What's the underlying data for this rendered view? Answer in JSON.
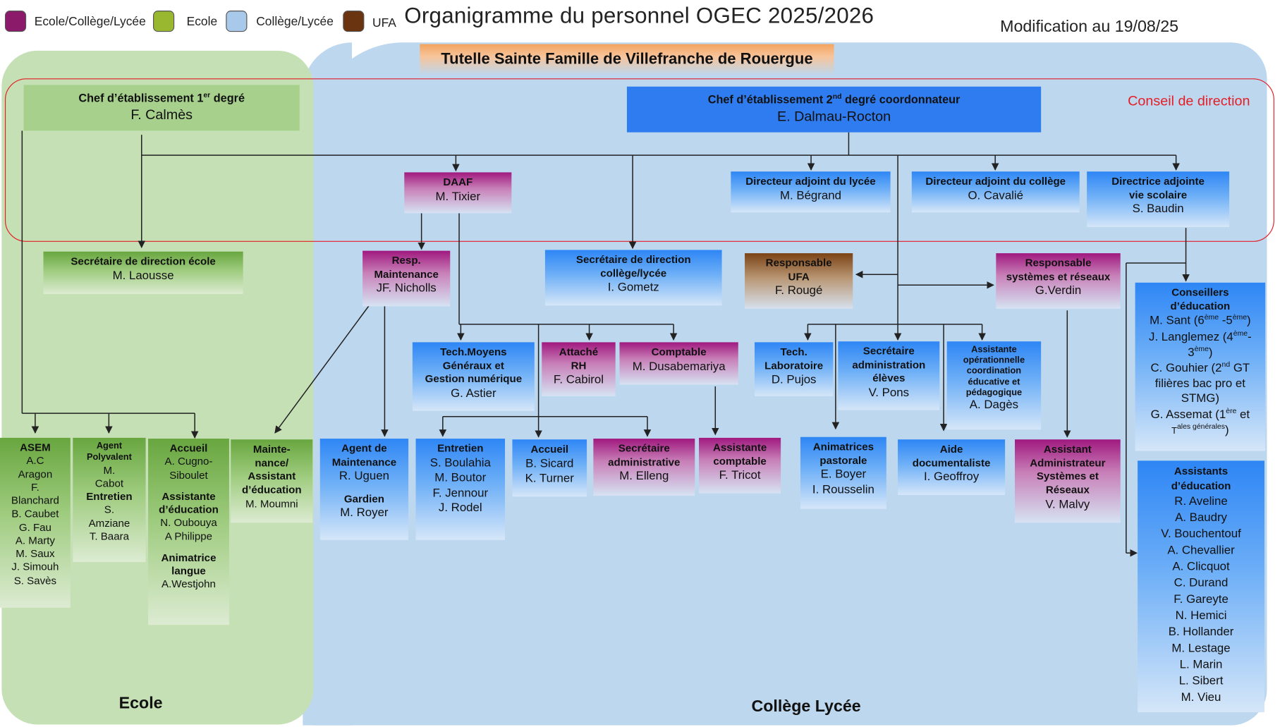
{
  "legend": [
    {
      "label": "Ecole/Collège/Lycée",
      "color": "#8b1a6b"
    },
    {
      "label": "Ecole",
      "color": "#9ab82f"
    },
    {
      "label": "Collège/Lycée",
      "color": "#a9c9ea"
    },
    {
      "label": "UFA",
      "color": "#6b3410"
    }
  ],
  "title": "Organigramme du personnel OGEC 2025/2026",
  "update": "Modification au 19/08/25",
  "tutelle": "Tutelle Sainte Famille de Villefranche de Rouergue",
  "conseil": "Conseil de direction",
  "zones": {
    "ecole": "Ecole",
    "college": "Collège Lycée"
  },
  "boxes": {
    "chef1": {
      "title": "Chef d’établissement 1",
      "sup": "er",
      "title_end": " degré",
      "name": "F. Calmès"
    },
    "chef2": {
      "title": "Chef d’établissement 2",
      "sup": "nd",
      "title_end": " degré coordonnateur",
      "name": "E. Dalmau-Rocton"
    },
    "daaf": {
      "title": "DAAF",
      "name": "M. Tixier"
    },
    "dir_lycee": {
      "title": "Directeur adjoint du lycée",
      "name": "M. Bégrand"
    },
    "dir_college": {
      "title": "Directeur adjoint du collège",
      "name": "O. Cavalié"
    },
    "dir_vie": {
      "title1": "Directrice adjointe",
      "title2": "vie scolaire",
      "name": "S. Baudin"
    },
    "sec_ecole": {
      "title": "Secrétaire de direction école",
      "name": "M. Laousse"
    },
    "resp_maint": {
      "title1": "Resp.",
      "title2": "Maintenance",
      "name": "JF. Nicholls"
    },
    "sec_dir": {
      "title1": "Secrétaire de direction",
      "title2": "collège/lycée",
      "name": "I. Gometz"
    },
    "resp_ufa": {
      "title1": "Responsable",
      "title2": "UFA",
      "name": "F. Rougé"
    },
    "resp_sys": {
      "title1": "Responsable",
      "title2": "systèmes et réseaux",
      "name": "G.Verdin"
    },
    "tech_moyens": {
      "title1": "Tech.Moyens",
      "title2": "Généraux et",
      "title3": "Gestion numérique",
      "name": "G. Astier"
    },
    "attache": {
      "title1": "Attaché",
      "title2": "RH",
      "name": "F. Cabirol"
    },
    "comptable": {
      "title": "Comptable",
      "name": "M. Dusabemariya"
    },
    "tech_labo": {
      "title1": "Tech.",
      "title2": "Laboratoire",
      "name": "D. Pujos"
    },
    "sec_admin": {
      "title1": "Secrétaire",
      "title2": "administration",
      "title3": "élèves",
      "name": "V. Pons"
    },
    "assist_op": {
      "title1": "Assistante",
      "title2": "opérationnelle",
      "title3": "coordination",
      "title4": "éducative et",
      "title5": "pédagogique",
      "name": "A. Dagès"
    },
    "cons_edu": {
      "title1": "Conseillers",
      "title2": "d’éducation",
      "lines": [
        "M. Sant (6",
        "ème",
        " -5",
        "ème",
        ")",
        "J. Langlemez (4",
        "ème",
        "-",
        "3",
        "ème",
        ")",
        "C. Gouhier (2",
        "nd",
        " GT",
        "filières bac pro et",
        "STMG)",
        "G. Assemat (1",
        "ère",
        " et",
        "T",
        "ales générales",
        ")"
      ]
    },
    "asem": {
      "title": "ASEM",
      "names": [
        "A.C",
        "Aragon",
        "F.",
        "Blanchard",
        "B. Caubet",
        "G. Fau",
        "A. Marty",
        "M. Saux",
        "J. Simouh",
        "S. Savès"
      ]
    },
    "agent_poly": {
      "title1": "Agent",
      "title2": "Polyvalent",
      "name1": "M.",
      "name2": "Cabot",
      "title3": "Entretien",
      "name3": "S.",
      "name4": "Amziane",
      "name5": "T. Baara"
    },
    "accueil_ecole": {
      "title": "Accueil",
      "name1": "A. Cugno-",
      "name2": "Siboulet",
      "title2a": "Assistante",
      "title2b": "d’éducation",
      "name3": "N. Oubouya",
      "name4": "A Philippe",
      "title3a": "Animatrice",
      "title3b": "langue",
      "name5": "A.Westjohn"
    },
    "maint_assist": {
      "title1": "Mainte-",
      "title2": "nance/",
      "title3": "Assistant",
      "title4": "d’éducation",
      "name": "M. Moumni"
    },
    "agent_maint": {
      "title1": "Agent de",
      "title2": "Maintenance",
      "name": "R. Uguen",
      "title3": "Gardien",
      "name2": "M. Royer"
    },
    "entretien": {
      "title": "Entretien",
      "names": [
        "S. Boulahia",
        "M. Boutor",
        "F. Jennour",
        "J. Rodel"
      ]
    },
    "accueil": {
      "title": "Accueil",
      "names": [
        "B. Sicard",
        "K. Turner"
      ]
    },
    "sec_administrative": {
      "title1": "Secrétaire",
      "title2": "administrative",
      "name": "M. Elleng"
    },
    "assist_comptable": {
      "title1": "Assistante",
      "title2": "comptable",
      "name": "F. Tricot"
    },
    "animatrices": {
      "title1": "Animatrices",
      "title2": "pastorale",
      "names": [
        "E. Boyer",
        "I. Rousselin"
      ]
    },
    "aide_doc": {
      "title1": "Aide",
      "title2": "documentaliste",
      "name": "I. Geoffroy"
    },
    "assist_admin_sys": {
      "title1": "Assistant",
      "title2": "Administrateur",
      "title3": "Systèmes et",
      "title4": "Réseaux",
      "name": "V. Malvy"
    },
    "assist_edu": {
      "title1": "Assistants",
      "title2": "d’éducation",
      "names": [
        "R. Aveline",
        "A. Baudry",
        "V. Bouchentouf",
        "A. Chevallier",
        "A. Clicquot",
        "C. Durand",
        "F. Gareyte",
        "N. Hemici",
        "B. Hollander",
        "M. Lestage",
        "L. Marin",
        "L. Sibert",
        "M. Vieu"
      ]
    }
  }
}
